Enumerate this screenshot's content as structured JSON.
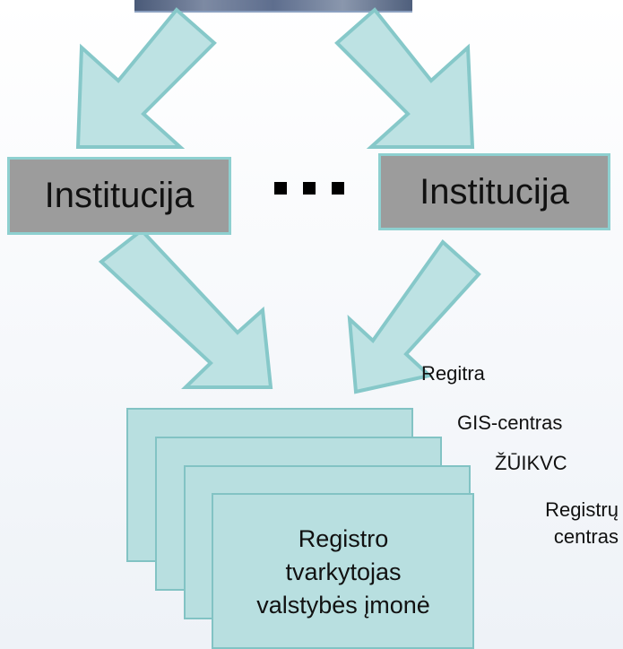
{
  "colors": {
    "arrow_fill": "#bde2e3",
    "arrow_stroke": "#86c8c9",
    "institution_box": "#9c9c9c",
    "card_fill": "#b8dfe0",
    "card_border": "#82c3c4"
  },
  "institutions": [
    "Institucija",
    "Institucija"
  ],
  "registrars": [
    "Regitra",
    "GIS-centras",
    "ŽŪIKVC",
    "Registrų centras"
  ],
  "front_card": {
    "lines": [
      "Registro",
      "tvarkytojas",
      "valstybės įmonė"
    ]
  }
}
